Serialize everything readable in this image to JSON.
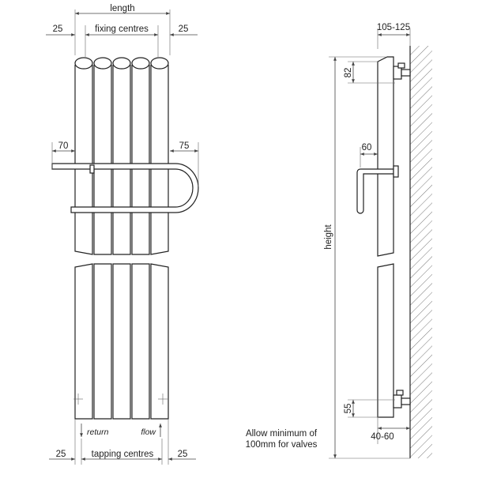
{
  "front_view": {
    "length_label": "length",
    "fixing_centres_label": "fixing centres",
    "fixing_left_offset": "25",
    "fixing_right_offset": "25",
    "rail_left_offset": "70",
    "rail_right_offset": "75",
    "return_label": "return",
    "flow_label": "flow",
    "tapping_centres_label": "tapping centres",
    "tapping_left_offset": "25",
    "tapping_right_offset": "25"
  },
  "side_view": {
    "depth_label": "105-125",
    "top_bracket_label": "82",
    "handle_offset_label": "60",
    "height_label": "height",
    "bottom_bracket_label": "55",
    "valve_depth_label": "40-60",
    "note_line1": "Allow minimum of",
    "note_line2": "100mm for valves"
  },
  "colors": {
    "line": "#222222",
    "dimension": "#444444"
  }
}
